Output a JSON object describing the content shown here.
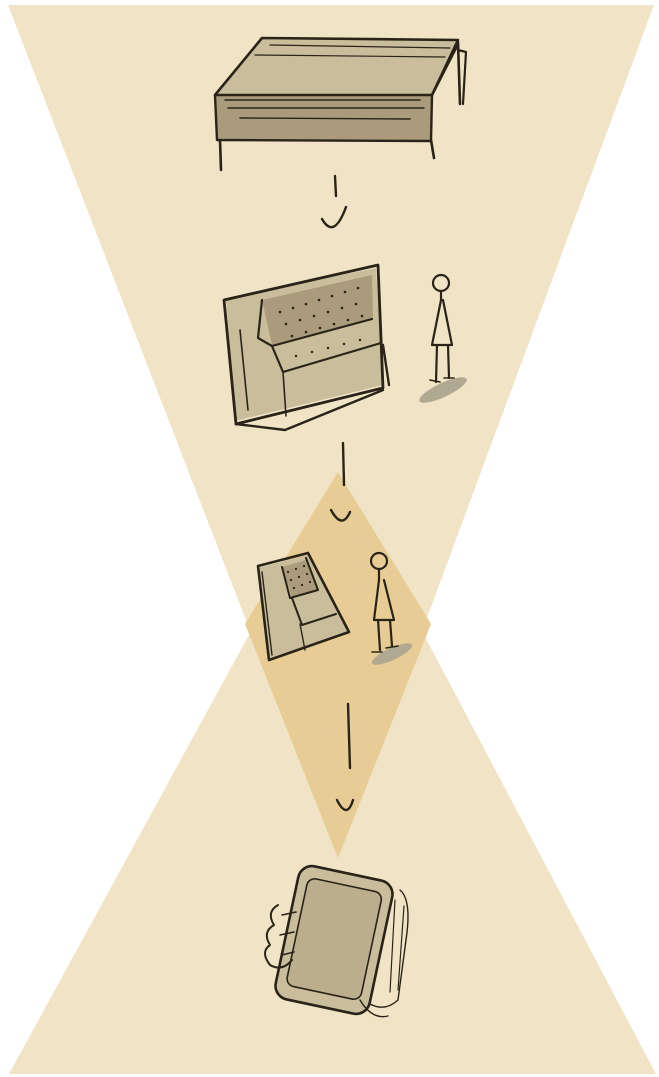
{
  "colors": {
    "background": "#ffffff",
    "upper_triangle": "#f1e4c6",
    "lower_triangle": "#f1e4c6",
    "overlap_diamond": "#e7cc96",
    "sketch_fill": "#c9bd9c",
    "sketch_fill_dark": "#a99b7b",
    "ink": "#2a2418",
    "shadow": "#b0a890"
  },
  "stages": [
    {
      "name": "mainframe-computer",
      "icon": "room-sized-mainframe-sketch"
    },
    {
      "name": "minicomputer",
      "icon": "cabinet-computer-with-person-sketch"
    },
    {
      "name": "personal-computer",
      "icon": "desktop-computer-with-person-sketch"
    },
    {
      "name": "smartphone",
      "icon": "handheld-phone-sketch"
    }
  ],
  "connectors": [
    {
      "from": "mainframe-computer",
      "to": "minicomputer"
    },
    {
      "from": "minicomputer",
      "to": "personal-computer"
    },
    {
      "from": "personal-computer",
      "to": "smartphone"
    }
  ]
}
